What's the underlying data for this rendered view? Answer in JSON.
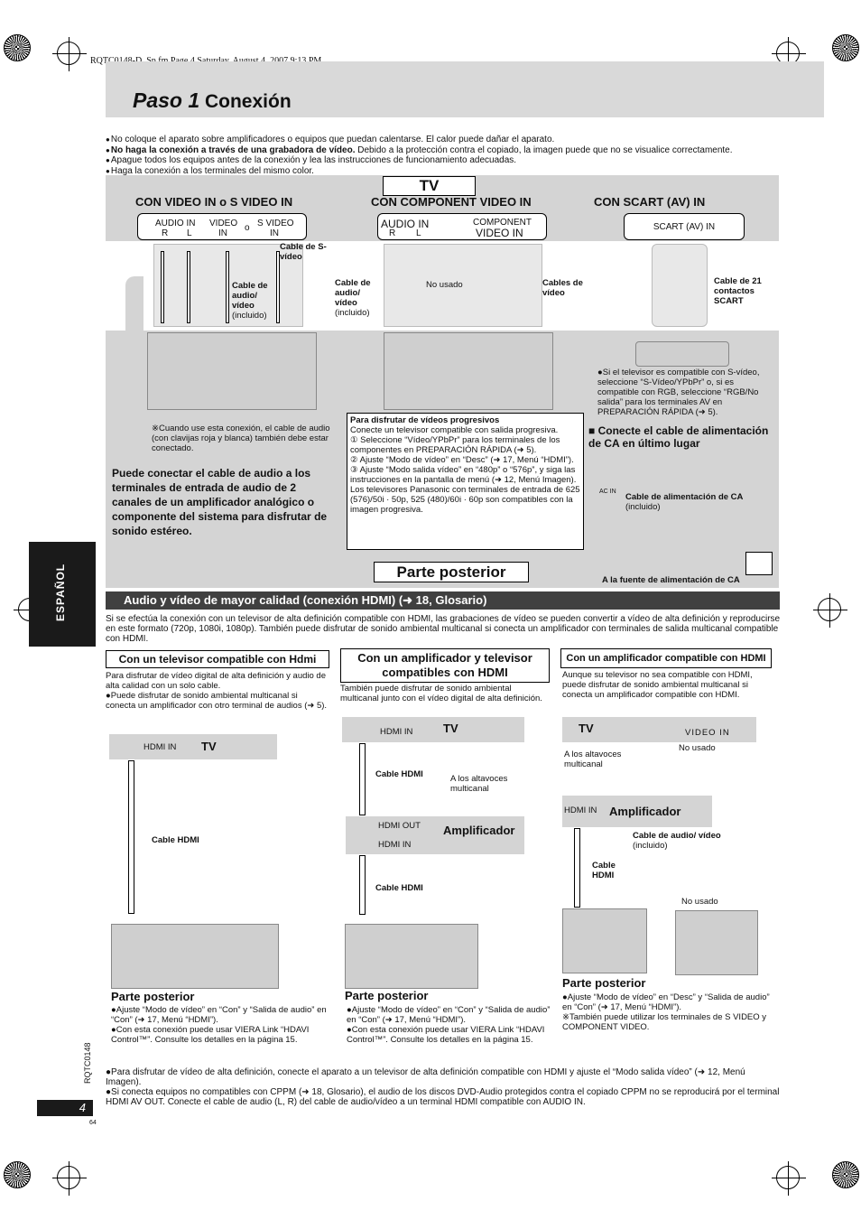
{
  "header": {
    "file_info": "RQTC0148-D_Sp.fm  Page 4  Saturday, August 4, 2007  9:13 PM"
  },
  "title": {
    "paso": "Paso 1",
    "conexion": " Conexión"
  },
  "bullets": [
    "No coloque el aparato sobre amplificadores o equipos que puedan calentarse. El calor puede dañar el aparato.",
    "No haga la conexión a través de una grabadora de vídeo.",
    "Apague todos los equipos antes de la conexión y lea las instrucciones de funcionamiento adecuadas.",
    "Haga la conexión a los terminales del mismo color."
  ],
  "bullet2_rest": " Debido a la protección contra el copiado, la imagen puede que no se visualice correctamente.",
  "tv_label": "TV",
  "sections": {
    "video": "CON VIDEO IN o S VIDEO IN",
    "component": "CON COMPONENT VIDEO IN",
    "scart": "CON SCART (AV) IN"
  },
  "jacks": {
    "audio_in": "AUDIO IN",
    "r": "R",
    "l": "L",
    "video": "VIDEO",
    "in": "IN",
    "o": "o",
    "s_video": "S VIDEO",
    "component": "COMPONENT",
    "video_in": "VIDEO IN",
    "scart_in": "SCART (AV) IN"
  },
  "labels": {
    "cable_svideo": "Cable de S-vídeo",
    "cable_av": "Cable de audio/ vídeo",
    "incluido": "(incluido)",
    "no_usado": "No usado",
    "cables_video": "Cables de vídeo",
    "cable_21": "Cable de 21 contactos SCART"
  },
  "scart_note": "Si el televisor es compatible con S-vídeo, seleccione “S-Vídeo/YPbPr” o, si es compatible con RGB, seleccione “RGB/No salida” para los terminales AV en PREPARACIÓN RÁPIDA (➜ 5).",
  "audio_note": "Cuando use esta conexión, el cable de audio (con clavijas roja y blanca) también debe estar conectado.",
  "amp_note": "Puede conectar el cable de audio a los terminales de entrada de audio de 2 canales de un amplificador analógico o componente del sistema para disfrutar de sonido estéreo.",
  "progressive": {
    "title": "Para disfrutar de vídeos progresivos",
    "intro": "Conecte un televisor compatible con salida progresiva.",
    "steps": [
      "Seleccione “Vídeo/YPbPr” para los terminales de los componentes en PREPARACIÓN RÁPIDA (➜ 5).",
      "Ajuste “Modo de vídeo” en “Desc” (➜ 17, Menú “HDMI”).",
      "Ajuste “Modo salida vídeo” en “480p” o “576p”, y siga las instrucciones en la pantalla de menú (➜ 12, Menú Imagen)."
    ],
    "footer": "Los televisores Panasonic con terminales de entrada de 625 (576)/50i · 50p, 525 (480)/60i · 60p son compatibles con la imagen progresiva."
  },
  "power": {
    "heading": "Conecte el cable de alimentación de CA en último lugar",
    "cable": "Cable de alimentación de CA",
    "incluido": "(incluido)",
    "ac_in": "AC IN",
    "source": "A la fuente de alimentación de CA"
  },
  "parte_posterior": "Parte posterior",
  "side_tab": "ESPAÑOL",
  "hdmi_band": "Audio y vídeo de mayor calidad (conexión HDMI) (➜ 18, Glosario)",
  "hdmi_intro": "Si se efectúa la conexión con un televisor de alta definición compatible con HDMI, las grabaciones de vídeo se pueden convertir a vídeo de alta definición y reproducirse en este formato (720p, 1080i, 1080p). También puede disfrutar de sonido ambiental multicanal si conecta un amplificador con terminales de salida multicanal compatible con HDMI.",
  "col1": {
    "head": "Con un televisor compatible con Hdmi",
    "text": "Para disfrutar de vídeo digital de alta definición y audio de alta calidad con un solo cable.",
    "bullet": "Puede disfrutar de sonido ambiental multicanal si conecta un amplificador con otro terminal de audios (➜ 5).",
    "hdmi_in": "HDMI IN",
    "tv": "TV",
    "cable": "Cable HDMI",
    "notes": [
      "Ajuste “Modo de vídeo” en “Con” y “Salida de audio” en “Con” (➜ 17, Menú “HDMI”).",
      "Con esta conexión puede usar VIERA Link “HDAVI Control™”. Consulte los detalles en la página 15."
    ]
  },
  "col2": {
    "head": "Con un amplificador y televisor compatibles con HDMI",
    "text": "También puede disfrutar de sonido ambiental multicanal junto con el vídeo digital de alta definición.",
    "hdmi_in": "HDMI IN",
    "tv": "TV",
    "cable": "Cable HDMI",
    "altavoces": "A los altavoces multicanal",
    "hdmi_out": "HDMI OUT",
    "amp": "Amplificador",
    "notes": [
      "Ajuste “Modo de vídeo” en “Con” y “Salida de audio” en “Con” (➜ 17, Menú “HDMI”).",
      "Con esta conexión puede usar VIERA Link “HDAVI Control™”. Consulte los detalles en la página 15."
    ]
  },
  "col3": {
    "head": "Con un amplificador compatible con HDMI",
    "text": "Aunque su televisor no sea compatible con HDMI, puede disfrutar de sonido ambiental multicanal si conecta un amplificador compatible con HDMI.",
    "tv": "TV",
    "video_in": "VIDEO IN",
    "no_usado": "No usado",
    "altavoces": "A los altavoces multicanal",
    "hdmi_in": "HDMI IN",
    "amp": "Amplificador",
    "cable_av": "Cable de audio/ vídeo",
    "incluido": "(incluido)",
    "cable": "Cable HDMI",
    "note1": "Ajuste “Modo de vídeo” en “Desc” y “Salida de audio” en “Con” (➜ 17, Menú “HDMI”).",
    "note2": "También puede utilizar los terminales de S VIDEO y COMPONENT VIDEO."
  },
  "footer_bullets": [
    "Para disfrutar de vídeo de alta definición, conecte el aparato a un televisor de alta definición compatible con HDMI y ajuste el “Modo salida vídeo” (➜ 12, Menú Imagen).",
    "Si conecta equipos no compatibles con CPPM (➜ 18, Glosario), el audio de los discos DVD-Audio protegidos contra el copiado CPPM no se reproducirá por el terminal HDMI AV OUT. Conecte el cable de audio (L, R) del cable de audio/vídeo a un terminal HDMI compatible con AUDIO IN."
  ],
  "page": {
    "number": "4",
    "code": "RQTC0148",
    "sub": "64"
  }
}
